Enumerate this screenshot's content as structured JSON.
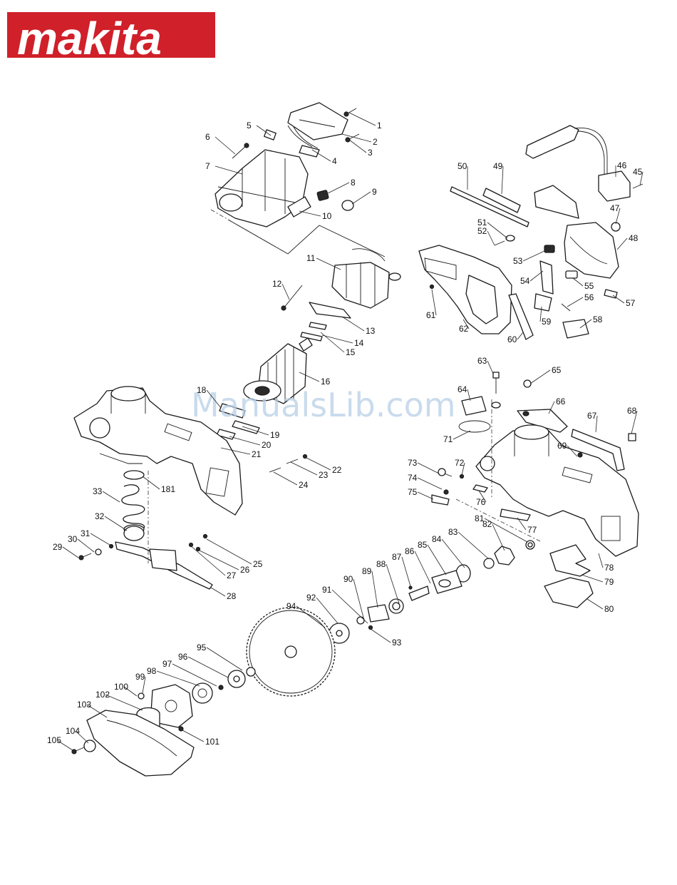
{
  "brand": {
    "logo_text": "makita",
    "registered_mark": "®"
  },
  "watermark": "ManualsLib.com",
  "part_labels": [
    "1",
    "2",
    "3",
    "4",
    "5",
    "6",
    "7",
    "8",
    "9",
    "10",
    "11",
    "12",
    "13",
    "14",
    "15",
    "16",
    "18",
    "19",
    "20",
    "21",
    "22",
    "23",
    "24",
    "25",
    "26",
    "27",
    "28",
    "29",
    "30",
    "31",
    "32",
    "33",
    "181",
    "45",
    "46",
    "47",
    "48",
    "49",
    "50",
    "51",
    "52",
    "53",
    "54",
    "55",
    "56",
    "57",
    "58",
    "59",
    "60",
    "61",
    "62",
    "63",
    "64",
    "65",
    "66",
    "67",
    "68",
    "69",
    "71",
    "72",
    "73",
    "74",
    "75",
    "76",
    "77",
    "78",
    "79",
    "80",
    "81",
    "82",
    "83",
    "84",
    "85",
    "86",
    "87",
    "88",
    "89",
    "90",
    "91",
    "92",
    "93",
    "94",
    "95",
    "96",
    "97",
    "98",
    "99",
    "100",
    "101",
    "102",
    "103",
    "104",
    "105"
  ]
}
